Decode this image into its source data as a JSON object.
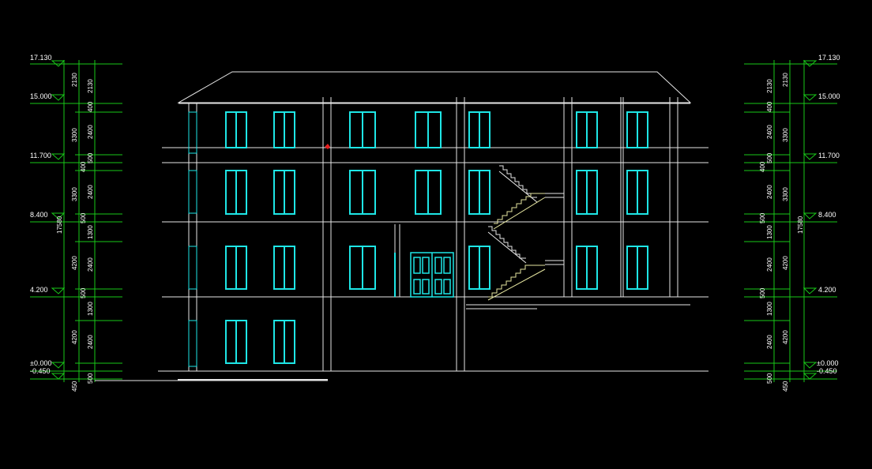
{
  "elevation_marks": {
    "left": [
      "17.130",
      "15.000",
      "11.700",
      "8.400",
      "4.200",
      "±0.000",
      "-0.450"
    ],
    "right": [
      "17.130",
      "15.000",
      "11.700",
      "8.400",
      "4.200",
      "±0.000",
      "-0.450"
    ]
  },
  "dimensions": {
    "left_outer": [
      "2130",
      "3300",
      "3300",
      "4200",
      "4200",
      "450"
    ],
    "left_total": "17580",
    "left_inner": [
      "2130",
      "400",
      "2400",
      "500",
      "400",
      "2400",
      "500",
      "1300",
      "2400",
      "500",
      "1300",
      "2400",
      "500"
    ],
    "right_inner": [
      "2130",
      "400",
      "2400",
      "500",
      "400",
      "2400",
      "500",
      "1300",
      "2400",
      "500",
      "1300",
      "2400",
      "500"
    ],
    "right_outer": [
      "2130",
      "3300",
      "3300",
      "4200",
      "4200",
      "450"
    ],
    "right_total": "17580"
  },
  "colors": {
    "background": "#000000",
    "dimension_lines": "#19c819",
    "building_lines": "#e6e6e6",
    "windows": "#1ee6e6",
    "stairs": "#e6e6a0",
    "marker": "#e61e1e"
  }
}
